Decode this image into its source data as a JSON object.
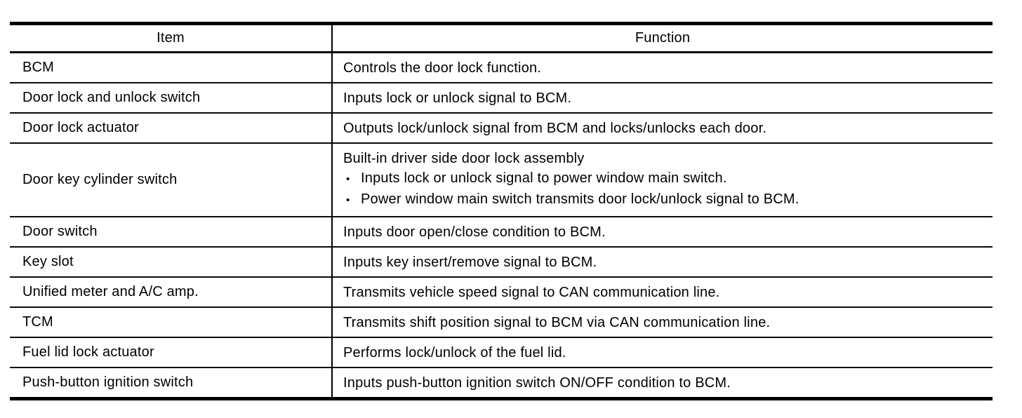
{
  "document": {
    "background_color": "#ffffff",
    "rule_color": "#000000",
    "bullet_char": "•",
    "table": {
      "headers": [
        {
          "label": "Item"
        },
        {
          "label": "Function"
        }
      ],
      "rows": [
        {
          "item": "BCM",
          "function_lines": [
            {
              "bullet": false,
              "text": "Controls the door lock function."
            }
          ]
        },
        {
          "item": "Door lock and unlock switch",
          "function_lines": [
            {
              "bullet": false,
              "text": "Inputs lock or unlock signal to BCM."
            }
          ]
        },
        {
          "item": "Door lock actuator",
          "function_lines": [
            {
              "bullet": false,
              "text": "Outputs lock/unlock signal from BCM and locks/unlocks each door."
            }
          ]
        },
        {
          "item": "Door key cylinder switch",
          "function_lines": [
            {
              "bullet": false,
              "text": "Built-in driver side door lock assembly"
            },
            {
              "bullet": true,
              "text": "Inputs lock or unlock signal to power window main switch."
            },
            {
              "bullet": true,
              "text": "Power window main switch transmits door lock/unlock signal to BCM."
            }
          ]
        },
        {
          "item": "Door switch",
          "function_lines": [
            {
              "bullet": false,
              "text": "Inputs door open/close condition to BCM."
            }
          ]
        },
        {
          "item": "Key slot",
          "function_lines": [
            {
              "bullet": false,
              "text": "Inputs key insert/remove signal to BCM."
            }
          ]
        },
        {
          "item": "Unified meter and A/C amp.",
          "function_lines": [
            {
              "bullet": false,
              "text": "Transmits vehicle speed signal to CAN communication line."
            }
          ]
        },
        {
          "item": "TCM",
          "function_lines": [
            {
              "bullet": false,
              "text": "Transmits shift position signal to BCM via CAN communication line."
            }
          ]
        },
        {
          "item": "Fuel lid lock actuator",
          "function_lines": [
            {
              "bullet": false,
              "text": "Performs lock/unlock of the fuel lid."
            }
          ]
        },
        {
          "item": "Push-button ignition switch",
          "function_lines": [
            {
              "bullet": false,
              "text": "Inputs push-button ignition switch ON/OFF condition to BCM."
            }
          ]
        }
      ]
    }
  }
}
